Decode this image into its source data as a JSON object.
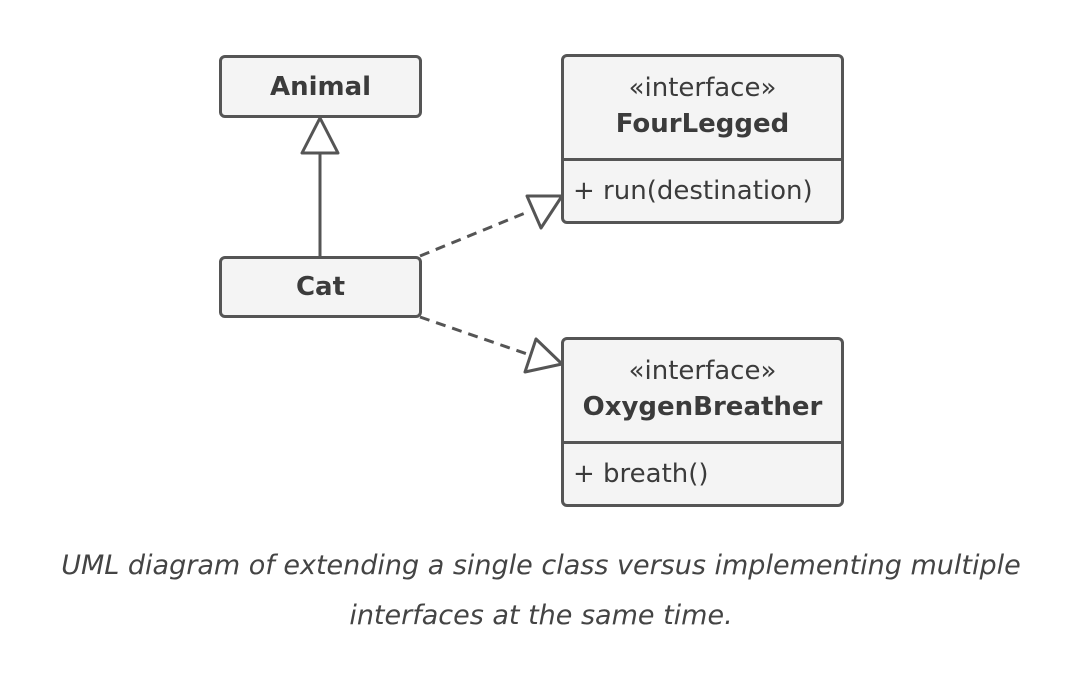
{
  "diagram": {
    "classes": {
      "animal": {
        "name": "Animal"
      },
      "cat": {
        "name": "Cat"
      }
    },
    "interfaces": {
      "four_legged": {
        "stereotype": "«interface»",
        "name": "FourLegged",
        "method": "+ run(destination)"
      },
      "oxygen_breather": {
        "stereotype": "«interface»",
        "name": "OxygenBreather",
        "method": "+ breath()"
      }
    },
    "relations": [
      {
        "from": "Cat",
        "to": "Animal",
        "kind": "generalization"
      },
      {
        "from": "Cat",
        "to": "FourLegged",
        "kind": "realization"
      },
      {
        "from": "Cat",
        "to": "OxygenBreather",
        "kind": "realization"
      }
    ],
    "colors": {
      "line": "#555555",
      "box_fill": "#f4f4f4",
      "text": "#3b3b3b"
    }
  },
  "caption": {
    "line1": "UML diagram of extending a single class versus implementing multiple",
    "line2": "interfaces at the same time."
  }
}
